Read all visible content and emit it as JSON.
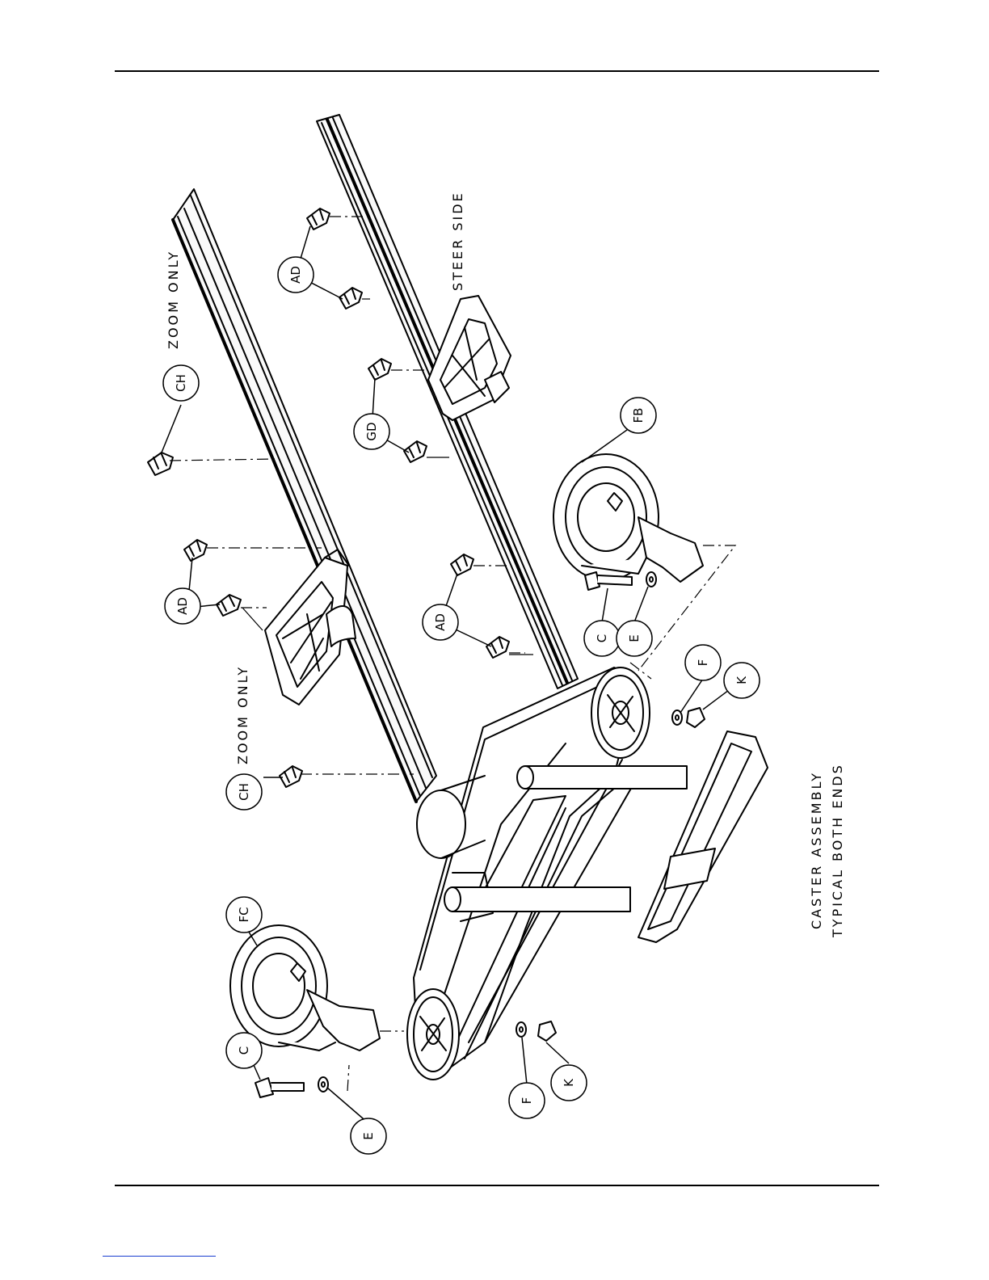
{
  "diagram": {
    "callouts": {
      "ch_upper": "CH",
      "ch_lower": "CH",
      "ad_upper_right": "AD",
      "ad_upper_left": "AD",
      "ad_mid": "AD",
      "gd": "GD",
      "fb": "FB",
      "fc": "FC",
      "c_right": "C",
      "c_left": "C",
      "e_right": "E",
      "e_left": "E",
      "f_right": "F",
      "f_left": "F",
      "k_right": "K",
      "k_left": "K"
    },
    "notes": {
      "zoom_only_upper": "ZOOM ONLY",
      "zoom_only_lower": "ZOOM ONLY",
      "steer_side": "STEER SIDE",
      "caster_line1": "CASTER ASSEMBLY",
      "caster_line2": "TYPICAL BOTH ENDS"
    }
  }
}
